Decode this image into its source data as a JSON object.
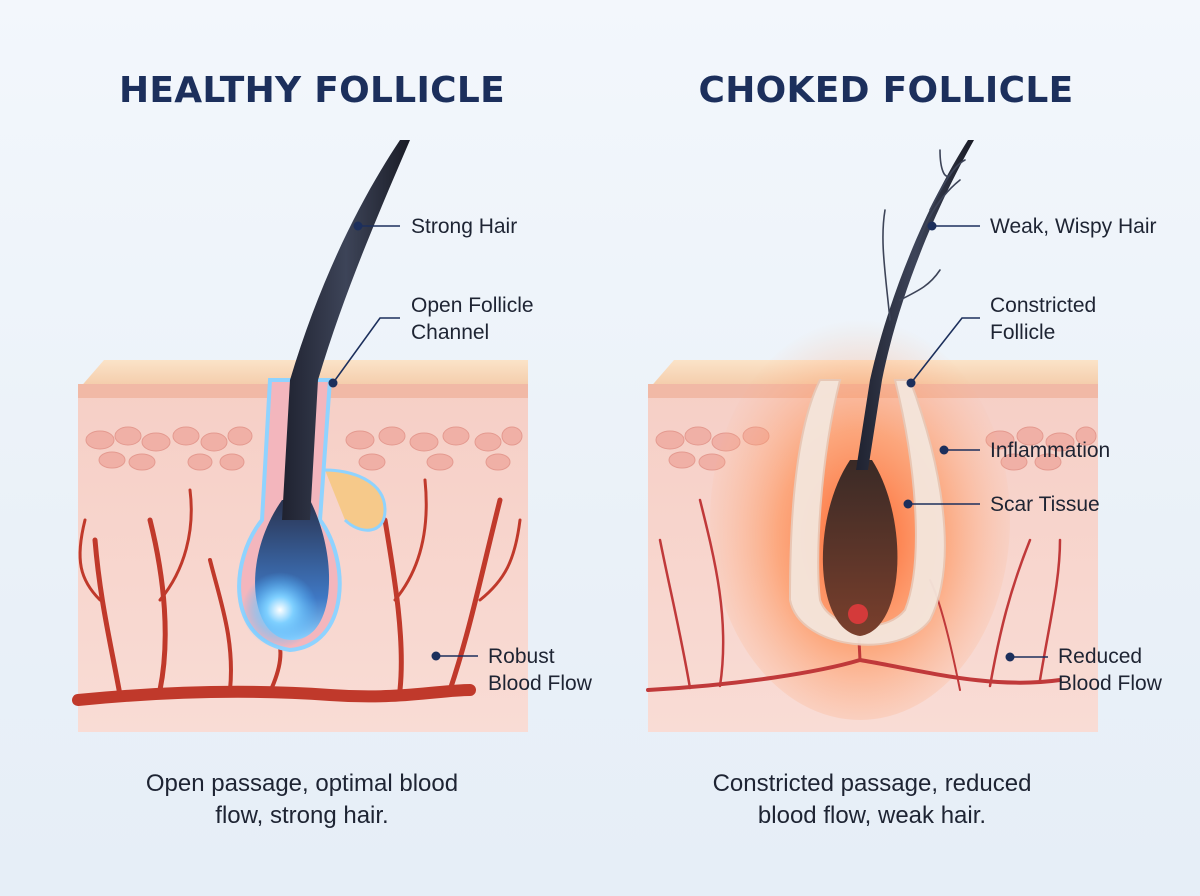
{
  "left_panel": {
    "title": "HEALTHY FOLLICLE",
    "labels": {
      "strong_hair": "Strong Hair",
      "open_follicle_1": "Open Follicle",
      "open_follicle_2": "Channel",
      "blood_flow_1": "Robust",
      "blood_flow_2": "Blood Flow"
    },
    "caption_1": "Open passage, optimal blood",
    "caption_2": "flow, strong hair."
  },
  "right_panel": {
    "title": "CHOKED FOLLICLE",
    "labels": {
      "weak_hair": "Weak, Wispy Hair",
      "constricted_1": "Constricted",
      "constricted_2": "Follicle",
      "inflammation": "Inflammation",
      "scar_tissue": "Scar Tissue",
      "blood_flow_1": "Reduced",
      "blood_flow_2": "Blood Flow"
    },
    "caption_1": "Constricted passage, reduced",
    "caption_2": "blood flow, weak hair."
  },
  "colors": {
    "title": "#1c2f5c",
    "leader_line": "#1c2f5c",
    "skin": "#f4c9c1",
    "vessel": "#c0392b",
    "healthy_glow": "#4fb6ff",
    "inflammation_glow": "#ff6a2a"
  }
}
